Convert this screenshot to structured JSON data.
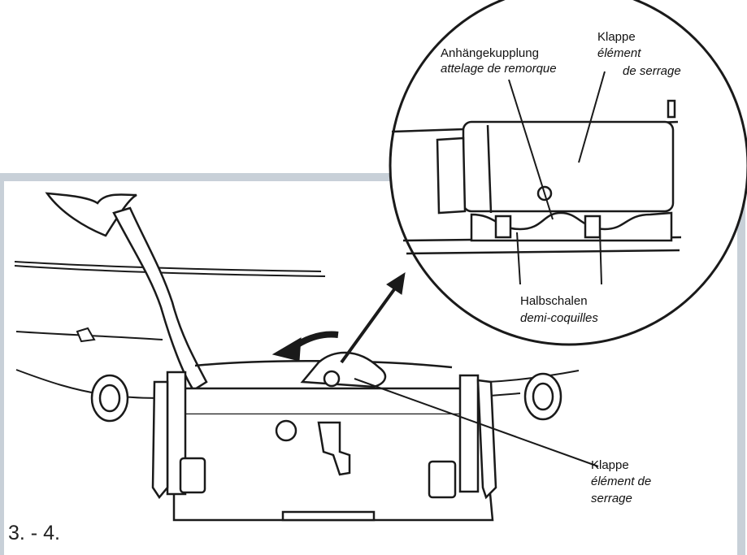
{
  "step": "3. - 4.",
  "labels": {
    "coupling": {
      "de": "Anhängekupplung",
      "fr": "attelage de remorque"
    },
    "flap_detail": {
      "de": "Klappe",
      "fr1": "élément",
      "fr2": "de serrage"
    },
    "half_shells": {
      "de": "Halbschalen",
      "fr": "demi-coquilles"
    },
    "flap_main": {
      "de": "Klappe",
      "fr1": "élément de",
      "fr2": "serrage"
    }
  },
  "colors": {
    "frame": "#c8d0d8",
    "line": "#1a1a1a",
    "background": "#ffffff"
  }
}
